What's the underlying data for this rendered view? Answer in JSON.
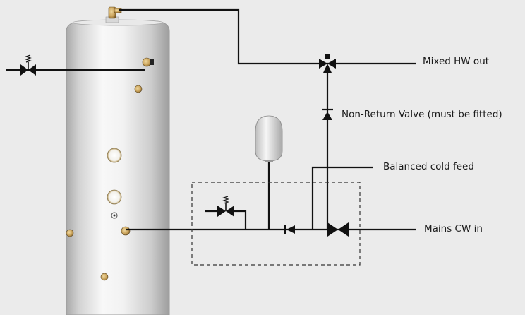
{
  "labels": {
    "mixed_hw_out": "Mixed HW out",
    "non_return_valve": "Non-Return Valve (must be fitted)",
    "balanced_cold_feed": "Balanced cold feed",
    "mains_cw_in": "Mains CW in"
  },
  "colors": {
    "background": "#ebebeb",
    "pipe": "#111111",
    "cylinder_body": "#dcdcdc",
    "brass_fitting": "#c9a25a",
    "dashed_boundary": "#333333"
  },
  "icons": [
    "hot-water-cylinder",
    "temperature-relief-valve-icon",
    "thermostatic-mixing-valve-icon",
    "non-return-valve-icon",
    "expansion-vessel-icon",
    "pressure-relief-valve-icon",
    "check-valve-icon",
    "stop-valve-icon"
  ]
}
